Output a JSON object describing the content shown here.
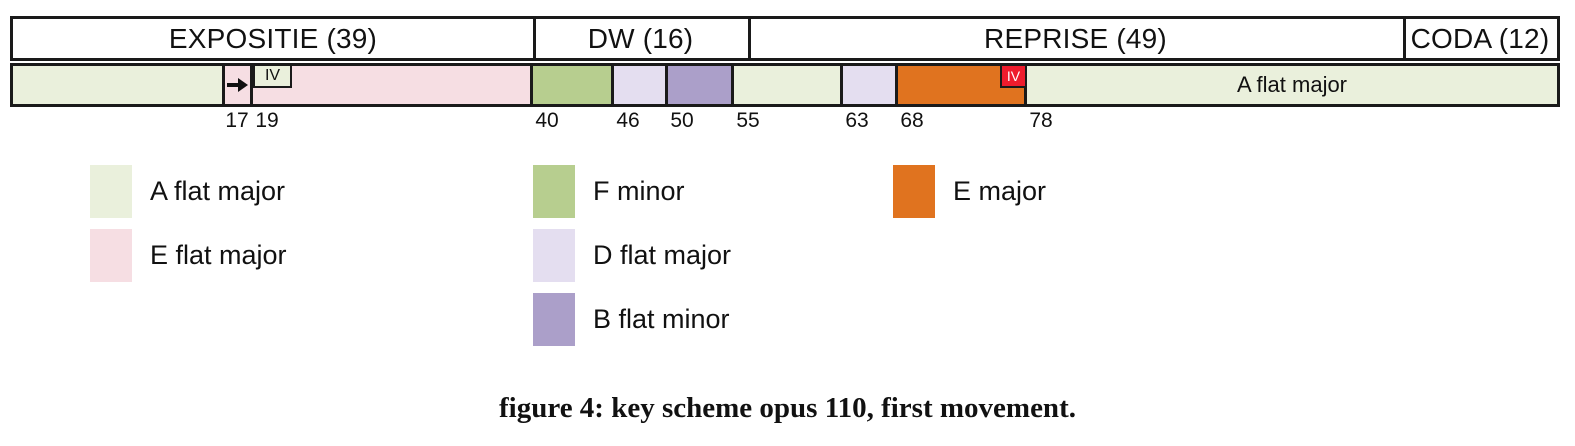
{
  "figure_caption": "figure 4: key scheme opus 110, first movement.",
  "colors": {
    "a_flat_major": "#eaf0dc",
    "e_flat_major": "#f6dee3",
    "f_minor": "#b7ce8f",
    "d_flat_major": "#e4def0",
    "b_flat_minor": "#ab9fc9",
    "e_major": "#e0731f",
    "iv_red": "#ee1c2d",
    "border": "#1a1a1a"
  },
  "timeline": {
    "sections": [
      {
        "label": "EXPOSITIE (39)"
      },
      {
        "label": "DW (16)"
      },
      {
        "label": "REPRISE (49)"
      },
      {
        "label": "CODA (12)"
      }
    ],
    "ticks": [
      "17",
      "19",
      "40",
      "46",
      "50",
      "55",
      "63",
      "68",
      "78"
    ],
    "segments": [
      {
        "key": "A flat major",
        "color": "a_flat_major",
        "from": 1,
        "to": 17
      },
      {
        "key": "E flat major",
        "color": "e_flat_major",
        "from": 17,
        "to": 19,
        "annotation": "modulation-arrow"
      },
      {
        "key": "E flat major",
        "color": "e_flat_major",
        "from": 19,
        "to": 40,
        "annotation": "IV"
      },
      {
        "key": "F minor",
        "color": "f_minor",
        "from": 40,
        "to": 46
      },
      {
        "key": "D flat major",
        "color": "d_flat_major",
        "from": 46,
        "to": 50
      },
      {
        "key": "B flat minor",
        "color": "b_flat_minor",
        "from": 50,
        "to": 55
      },
      {
        "key": "A flat major",
        "color": "a_flat_major",
        "from": 55,
        "to": 63
      },
      {
        "key": "D flat major",
        "color": "d_flat_major",
        "from": 63,
        "to": 68
      },
      {
        "key": "E major",
        "color": "e_major",
        "from": 68,
        "to": 78,
        "annotation": "IV"
      },
      {
        "key": "A flat major",
        "color": "a_flat_major",
        "from": 78
      }
    ],
    "bar_label": "A flat major",
    "iv_label": "IV"
  },
  "legend": {
    "columns": [
      {
        "items": [
          {
            "label": "A flat major",
            "color": "a_flat_major"
          },
          {
            "label": "E flat major",
            "color": "e_flat_major"
          }
        ]
      },
      {
        "items": [
          {
            "label": "F minor",
            "color": "f_minor"
          },
          {
            "label": "D flat major",
            "color": "d_flat_major"
          },
          {
            "label": "B flat minor",
            "color": "b_flat_minor"
          }
        ]
      },
      {
        "items": [
          {
            "label": "E major",
            "color": "e_major"
          }
        ]
      }
    ]
  }
}
